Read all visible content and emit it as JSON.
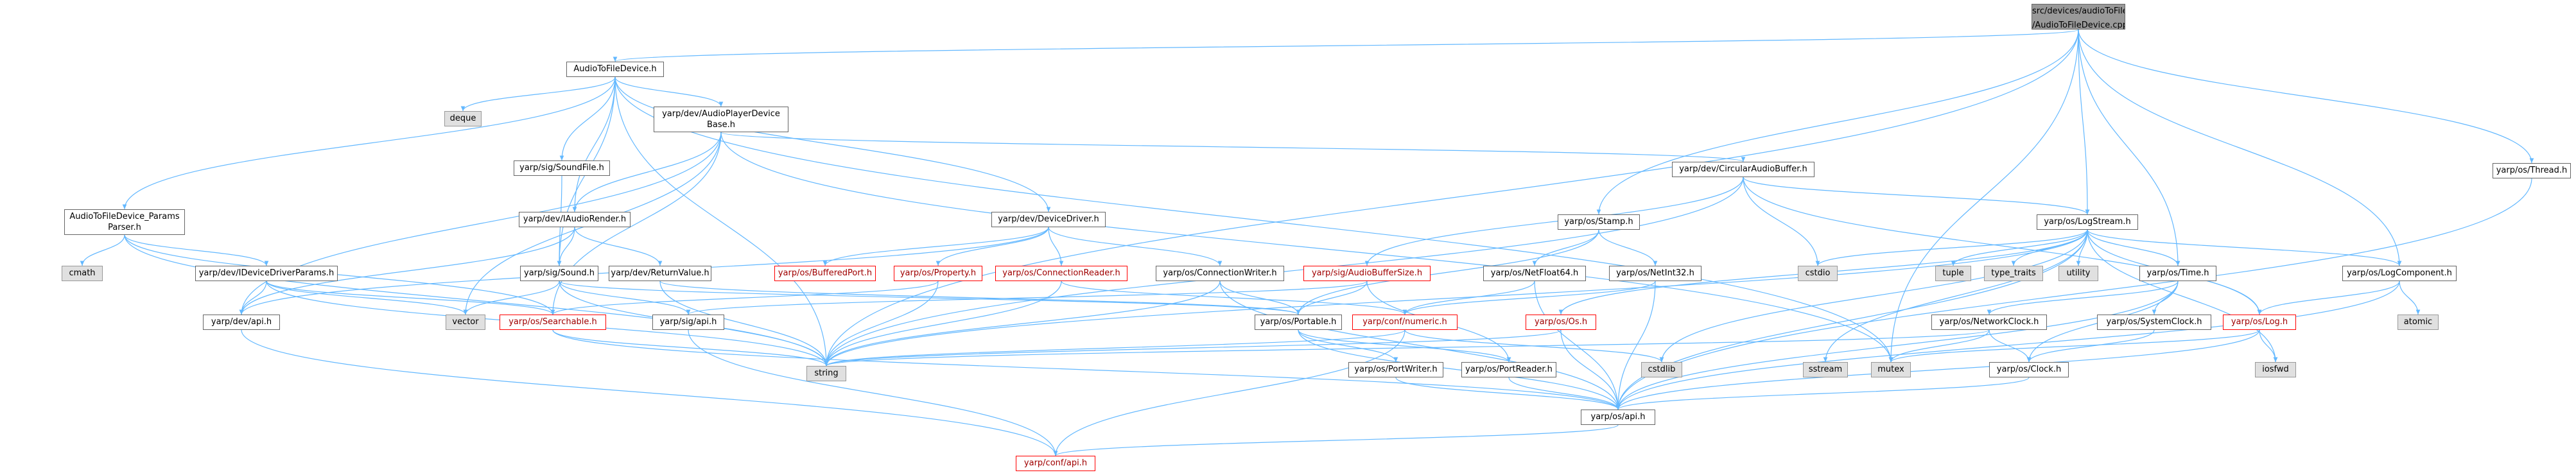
{
  "nodes": {
    "root": {
      "line1": "src/devices/audioToFileDevice",
      "line2": "/AudioToFileDevice.cpp"
    },
    "audioToFileDevice_h": {
      "label": "AudioToFileDevice.h"
    },
    "deque": {
      "label": "deque"
    },
    "audioPlayerDeviceBase": {
      "line1": "yarp/dev/AudioPlayerDevice",
      "line2": "Base.h"
    },
    "soundFile": {
      "label": "yarp/sig/SoundFile.h"
    },
    "circularAudioBuffer": {
      "label": "yarp/dev/CircularAudioBuffer.h"
    },
    "thread": {
      "label": "yarp/os/Thread.h"
    },
    "paramsParser": {
      "line1": "AudioToFileDevice_Params",
      "line2": "Parser.h"
    },
    "cmath": {
      "label": "cmath"
    },
    "iDeviceDriverParams": {
      "label": "yarp/dev/IDeviceDriverParams.h"
    },
    "iAudioRender": {
      "label": "yarp/dev/IAudioRender.h"
    },
    "deviceDriver": {
      "label": "yarp/dev/DeviceDriver.h"
    },
    "stamp": {
      "label": "yarp/os/Stamp.h"
    },
    "logStream": {
      "label": "yarp/os/LogStream.h"
    },
    "sound": {
      "label": "yarp/sig/Sound.h"
    },
    "returnValue": {
      "label": "yarp/dev/ReturnValue.h"
    },
    "bufferedPort": {
      "label": "yarp/os/BufferedPort.h"
    },
    "property": {
      "label": "yarp/os/Property.h"
    },
    "connectionReader": {
      "label": "yarp/os/ConnectionReader.h"
    },
    "connectionWriter": {
      "label": "yarp/os/ConnectionWriter.h"
    },
    "audioBufferSize": {
      "label": "yarp/sig/AudioBufferSize.h"
    },
    "netFloat64": {
      "label": "yarp/os/NetFloat64.h"
    },
    "netInt32": {
      "label": "yarp/os/NetInt32.h"
    },
    "cstdio": {
      "label": "cstdio"
    },
    "tuple": {
      "label": "tuple"
    },
    "type_traits": {
      "label": "type_traits"
    },
    "utility": {
      "label": "utility"
    },
    "time": {
      "label": "yarp/os/Time.h"
    },
    "logComponent": {
      "label": "yarp/os/LogComponent.h"
    },
    "atomic": {
      "label": "atomic"
    },
    "devApi": {
      "label": "yarp/dev/api.h"
    },
    "vector": {
      "label": "vector"
    },
    "searchable": {
      "label": "yarp/os/Searchable.h"
    },
    "sigApi": {
      "label": "yarp/sig/api.h"
    },
    "portable": {
      "label": "yarp/os/Portable.h"
    },
    "confNumeric": {
      "label": "yarp/conf/numeric.h"
    },
    "osOs": {
      "label": "yarp/os/Os.h"
    },
    "networkClock": {
      "label": "yarp/os/NetworkClock.h"
    },
    "systemClock": {
      "label": "yarp/os/SystemClock.h"
    },
    "log": {
      "label": "yarp/os/Log.h"
    },
    "string": {
      "label": "string"
    },
    "cstdlib": {
      "label": "cstdlib"
    },
    "portWriter": {
      "label": "yarp/os/PortWriter.h"
    },
    "portReader": {
      "label": "yarp/os/PortReader.h"
    },
    "sstream": {
      "label": "sstream"
    },
    "mutex": {
      "label": "mutex"
    },
    "clock": {
      "label": "yarp/os/Clock.h"
    },
    "iosfwd": {
      "label": "iosfwd"
    },
    "osApi": {
      "label": "yarp/os/api.h"
    },
    "confApi": {
      "label": "yarp/conf/api.h"
    }
  },
  "colors": {
    "edge": "#63b8ff",
    "border": "#666666",
    "sys_fill": "#e0e0e0",
    "root_fill": "#999999",
    "warn": "#ff0000"
  }
}
